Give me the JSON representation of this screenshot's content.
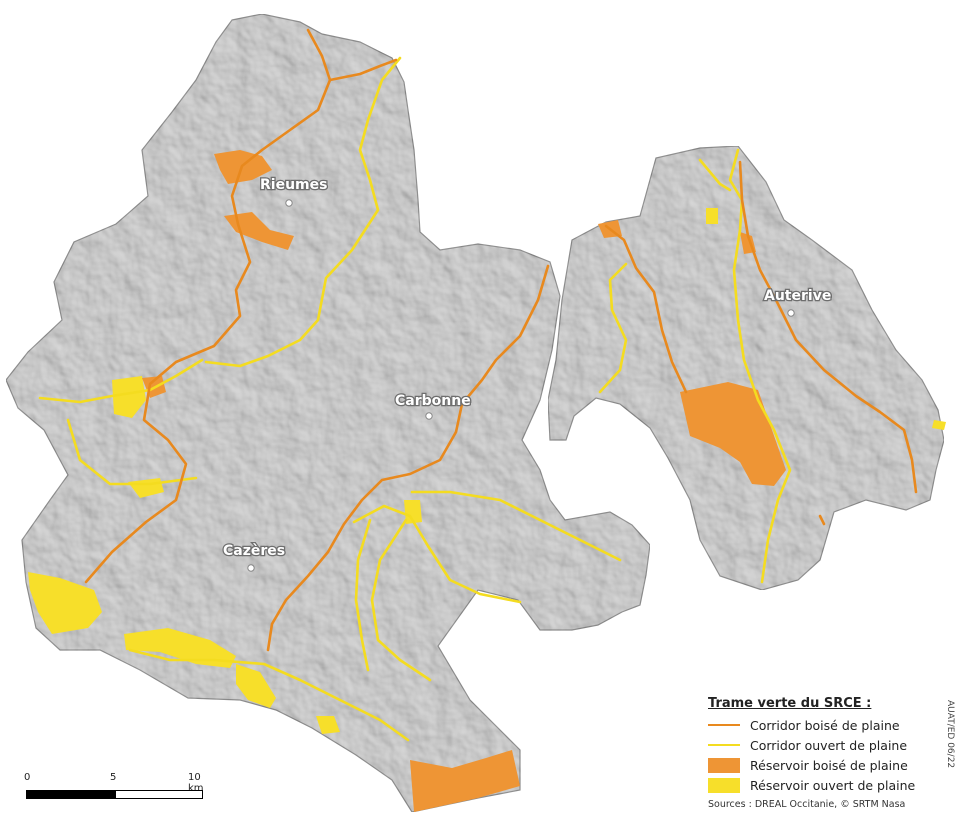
{
  "map": {
    "colors": {
      "terrain": "#d9d9d9",
      "terrain_edge": "#9a9a9a",
      "corridor_wooded": "#e8891e",
      "corridor_open": "#f4dc20",
      "reservoir_wooded": "#ee9535",
      "reservoir_open": "#f7df2a"
    },
    "cities": [
      {
        "name": "Rieumes"
      },
      {
        "name": "Auterive"
      },
      {
        "name": "Carbonne"
      },
      {
        "name": "Cazères"
      }
    ]
  },
  "legend": {
    "title": "Trame verte du SRCE :",
    "items": [
      {
        "label": "Corridor boisé de plaine",
        "kind": "line",
        "color": "#e8891e"
      },
      {
        "label": "Corridor ouvert de plaine",
        "kind": "line",
        "color": "#f4dc20"
      },
      {
        "label": "Réservoir boisé de plaine",
        "kind": "box",
        "color": "#ee9535"
      },
      {
        "label": "Réservoir ouvert de plaine",
        "kind": "box",
        "color": "#f7df2a"
      }
    ],
    "sources": "Sources : DREAL Occitanie, © SRTM Nasa"
  },
  "scale": {
    "ticks": [
      "0",
      "5",
      "10 km"
    ]
  },
  "credit": "AUAT/ED 06/22"
}
